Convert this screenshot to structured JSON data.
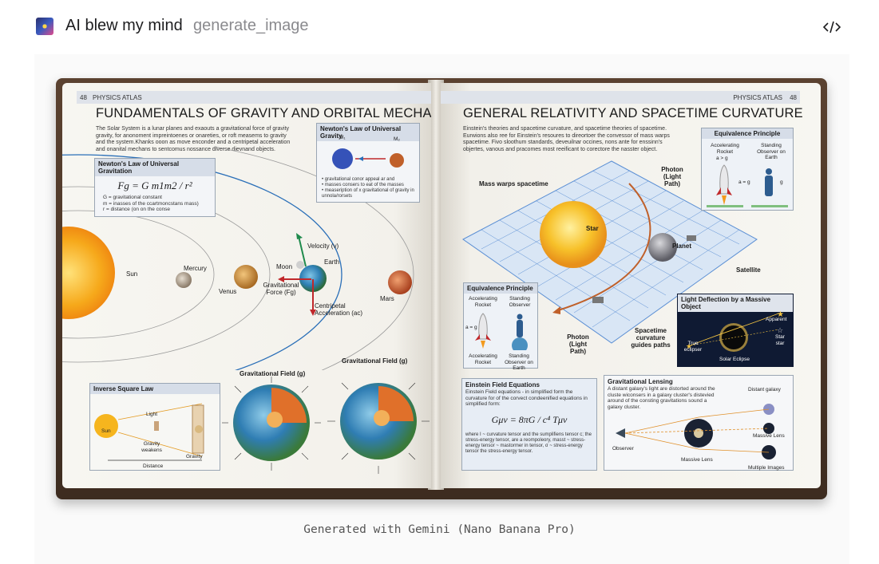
{
  "header": {
    "title": "AI blew my mind",
    "subtitle": "generate_image"
  },
  "book": {
    "left": {
      "page_number": "48",
      "running_head": "PHYSICS ATLAS",
      "heading": "FUNDAMENTALS OF GRAVITY AND ORBITAL MECHANICS",
      "intro": "The Solar System is a lunar planes and exaouts a gravitational force of gravity gravity, for anonoment impreintoenes or onareties, or roft measems to gravity and the system.Khanks ooon as move enconder and a centripetal acceleration and onanital mechans to sentcomus nossance diverse dievnand objects.",
      "newton_box": {
        "title": "Newton's Law of Universal Gravitation",
        "formula": "Fg = G m1m2 / r²",
        "legend": [
          "G = gravitational constant",
          "m = inasses of the ccartmoncstans mass)",
          "r = distance (on on the conse"
        ]
      },
      "newton_small_box": {
        "title": "Newton's Law of Universal Gravity",
        "m1": "M₁",
        "m2": "M₂",
        "bullets": [
          "gravitational conor appeal ar and",
          "masses consers to eat of the masses",
          "measeription of x gravitational of gravity in unnola/rorsets"
        ]
      },
      "solar": {
        "sun": "Sun",
        "mercury": "Mercury",
        "venus": "Venus",
        "moon": "Moon",
        "earth": "Earth",
        "mars": "Mars",
        "velocity": "Velocity (v)",
        "grav_force": "Gravitational Force (Fg)",
        "centripetal": "Centripetal Acceleration (ac)"
      },
      "inverse_box": {
        "title": "Inverse Square Law",
        "sun": "Sun",
        "light": "Light",
        "gravity_weakens": "Gravity weakens",
        "gravity": "Gravity",
        "distance": "Distance"
      },
      "field_labels": [
        "Gravitational Field (g)",
        "Gravitational Field (g)"
      ]
    },
    "right": {
      "page_number": "48",
      "running_head": "PHYSICS ATLAS",
      "heading": "GENERAL RELATIVITY AND SPACETIME CURVATURE",
      "intro": "Einstein's theories and spacetime curvature, and spacetime theories of spacetime. Eurwions also ree for Einstein's resoures to direortoer the convessor of mass warps spacetime. Fivo sloothum standards, deveuilnar occines, nons ante for enssinn's objertes, vanous and pracomes most reeificant to corectore the nasster object.",
      "spacetime": {
        "mass_warps": "Mass warps spacetime",
        "photon_top": "Photon (Light Path)",
        "star": "Star",
        "planet": "Planet",
        "satellite": "Satellite",
        "photon_bottom": "Photon (Light Path)",
        "curvature": "Spacetime curvature guides paths"
      },
      "equiv_top": {
        "title": "Equivalence Principle",
        "rocket": "Accelerating Rocket",
        "rocket_eq": "a > g",
        "observer": "Standing Observer on Earth",
        "a_eq_g": "a = g",
        "g": "g"
      },
      "equiv_left": {
        "title": "Equivalence Principle",
        "rocket_top": "Accelerating Rocket",
        "observer_top": "Standing Observer",
        "a_eq_g": "a = g",
        "rocket_bottom": "Accelerating Rocket",
        "observer_bottom": "Standing Observer on Earth"
      },
      "deflection": {
        "title": "Light Deflection by a Massive Object",
        "apparent": "Apparent",
        "true_eclipser": "True eclipser",
        "star_star": "Star star",
        "solar_eclipse": "Solar Eclipse"
      },
      "efe": {
        "title": "Einstein Field Equations",
        "intro": "Einstein Field equations - in simplified form the curvature for of the corvect condeenified equations in simplified form:",
        "formula": "Gμν = 8πG / c⁴ Tμν",
        "note": "where I ~ curvature tensor and the sumplifiens tensor c; the stress-energy tensor, are a reompoleory, masst ~ stress-energy tensor ~ mastormer in tensor, σ ~ stress-energy tensor the stress-energy tensor."
      },
      "lensing": {
        "title": "Gravitational Lensing",
        "text": "A distant galaxy's light are distorted around the cluste wiconsers in a galaxy cluster's distevied around of the consting gravitations sound a galaxy cluster.",
        "distant_galaxy": "Distant galaxy",
        "massive_lens_r": "Massive Lens",
        "observer": "Observer",
        "massive_lens_c": "Massive Lens",
        "multiple_images": "Multiple Images"
      }
    }
  },
  "caption": "Generated with Gemini (Nano Banana Pro)",
  "colors": {
    "orbit_blue": "#2a6fb8",
    "velocity_green": "#1f8a4c",
    "force_red": "#c0282b",
    "grid_blue": "#5b8fd4",
    "sun_yellow": "#f6b51e"
  }
}
